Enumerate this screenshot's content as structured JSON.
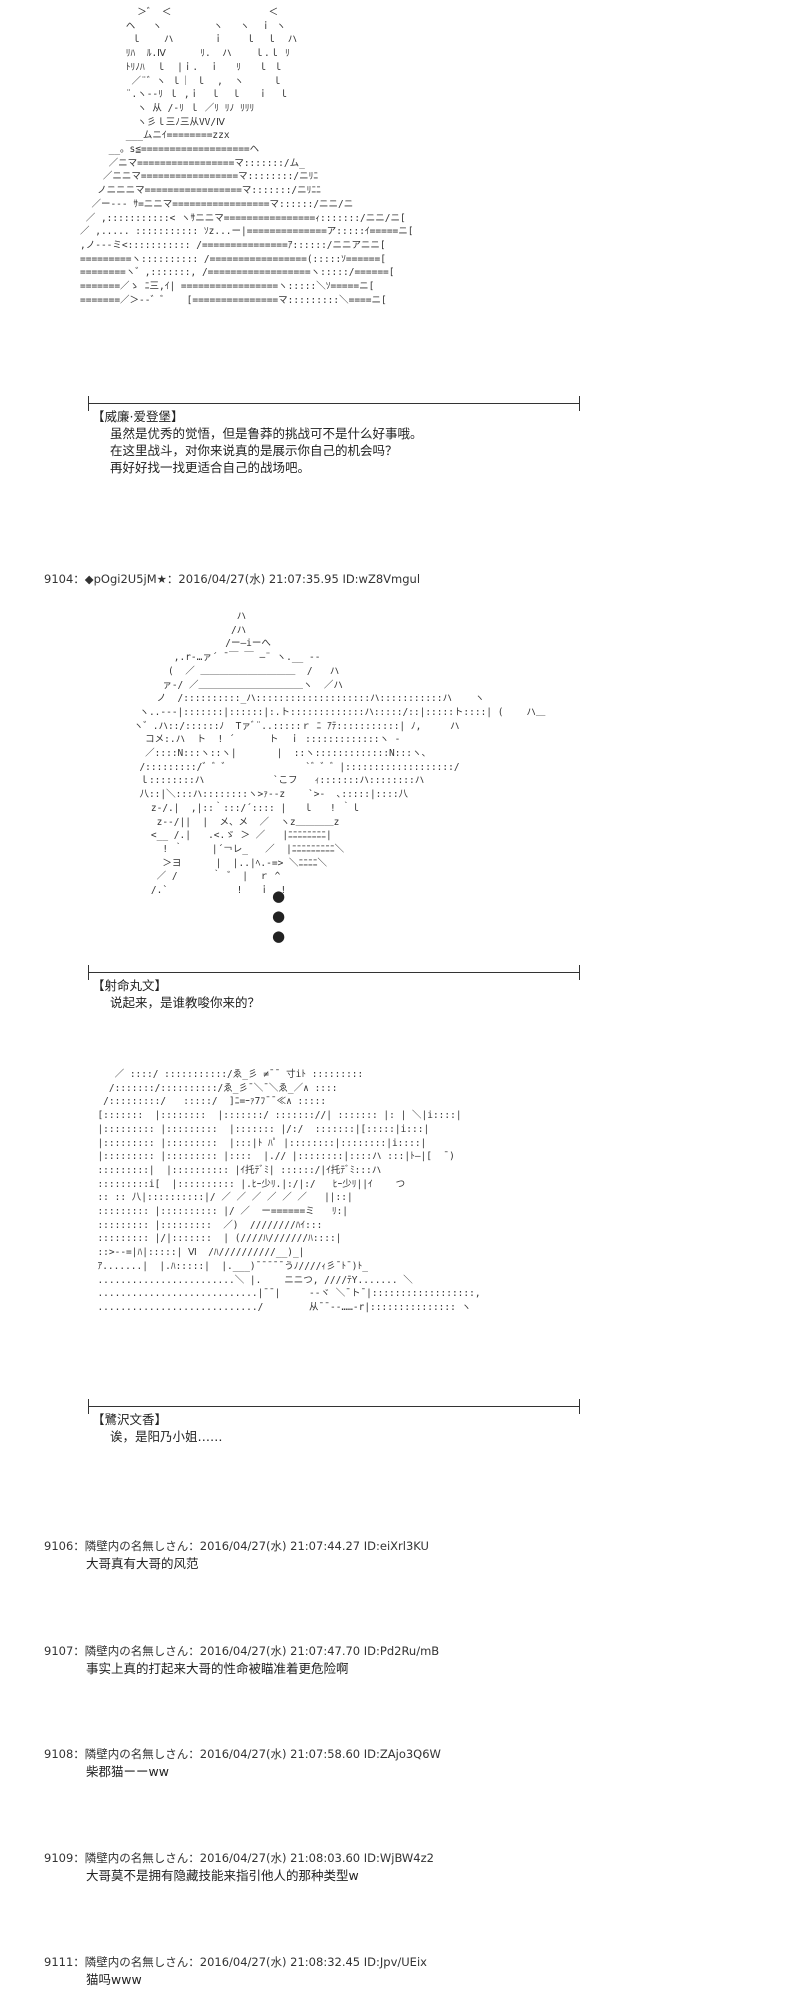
{
  "scene1": {
    "art": "          ＞゛ ＜                 ＜\n        ヘ   ヽ         ヽ   ヽ  ｉ ヽ\n         ｌ    ハ       ｉ    ｌ  ｌ  ハ\n        ﾘﾊ  ﾙ.Ⅳ      ﾘ.  ハ    ｌ.ｌ ﾘ\n        ﾄﾘﾉﾊ  ｌ  |ｉ.  ｉ   ﾘ   ｌ ｌ\n         ／¨゛ヽ ｌ｜ ｌ  ,  ヽ     ｌ\n        ¨.ヽ-‐ﾘ ｌ ,ｉ  ｌ  ｌ   ｉ  ｌ\n          ヽ 从 /‐ﾘ ｌ ／ﾘ ﾘﾉ ﾘﾘﾘ\n          ヽ彡ｌ三ﾉ三从VV/Ⅳ\n        ___ムニｲ========zzx\n     __。s≦===================ヘ\n     ／ニマ=================マ:::::::/ム_\n    ／ニニマ=================マ::::::::/ニﾘﾆ\n   ノニニニマ=================マ:::::::/ニﾘﾆﾆ\n  ／ー--- ｻ=ニニマ=================マ::::::/ニニ/ニ\n ／ ,:::::::::::< ヽｻニニマ================ｨ:::::::/ニニ/ニ[\n／ ,..... ::::::::::: ｿz...ー|==============ア:::::ｲ=====ニ[\n,ノ---ミ<::::::::::: /===============ｱ::::::/ニニアニニ[\n=========ヽ:::::::::: /=================(:::::ｿ======[\n========ヽ゛,:::::::, /==================ヽ:::::/======[\n=======／ゝ ﾆ三,ｲ| =================ヽ:::::＼ｿ=====ニ[\n=======／＞--゛゛   [===============マ:::::::::＼====ニ[",
    "speaker": "【威廉·爱登堡】",
    "lines": [
      "虽然是优秀的觉悟，但是鲁莽的挑战可不是什么好事哦。",
      "在这里战斗，对你来说真的是展示你自己的机会吗？",
      "再好好找一找更适合自己的战场吧。"
    ]
  },
  "post9104": {
    "header": "9104：◆pOgi2U5jM★：2016/04/27(水) 21:07:35.95 ID:wZ8Vmgul"
  },
  "scene2": {
    "art": "                   ハ\n                  /ハ\n                 /ー―iーへ\n        ,.r‐…ァ´ ̄ ￣ ￣ ―¨ ヽ.__ ‐-\n       (  ／ ＿＿＿＿＿＿＿＿＿＿  /   ハ\n      ァ-/ ／＿＿＿＿＿＿＿＿＿＿＿ヽ  ／ハ\n     ノ  /::::::::::_ハ::::::::::::::::::::ハ:::::::::::ハ    ヽ\n  ヽ..‐--|:::::::|::::::|:.ト:::::::::::::ハ:::::/::|:::::ト::::| (    ハ＿\n ヽ゛.ハ::/::::::ﾉ  Tァﾞ¨..:::::ｒ ﾆ ｱﾃ:::::::::::| ﾉ,     ハ\n   コメ:.ハ  ト  ! ´      ト  ｉ :::::::::::::ヽ ‐\n   ／::::N:::ヽ::ヽ|       |  ::ヽ:::::::::::::N:::ヽ、\n  /:::::::::/゛゛゛             `゛゛゛|:::::::::::::::::::/\n  ｌ::::::::ハ            `こフ   ｨ:::::::ハ::::::::ハ\n  八::|＼:::ハ::::::::ヽ>ｧ--z    `>‐  ､:::::|::::八\n    z‐/.|  ,|::｀:::/´:::: |   ｌ   ! ｀ｌ\n     z‐‐/||  |  メ、メ  ／  ヽz＿＿＿＿z\n    <__ /.|   .<.ゞ ＞ ／   |ﾆﾆﾆﾆﾆﾆﾆﾆ|\n      ! ｀     |´￢レ_   ／  |ﾆﾆﾆﾆﾆﾆﾆﾆﾆ＼\n      ＞ヨ      |  |..|ﾍ.‐=> ＼ﾆﾆﾆﾆ＼\n     ／ /      ｀ ゛ |  ｒ ^\n    /.`            !   ｉ  !",
    "bullets": [
      "●",
      "●",
      "●"
    ],
    "speaker": "【射命丸文】",
    "lines": [
      "说起来，是谁教唆你来的？"
    ]
  },
  "scene3": {
    "art": "     ／ ::::/ :::::::::::/ゑ_彡 ≠¯¯ 寸iﾄ :::::::::\n    /:::::::/::::::::::/ゑ_彡¯＼¯＼ゑ_／∧ ::::\n   /:::::::::/   :::::/  ]ﾆ=ｰｧ7ﾌ¯¯≪∧ :::::\n  [:::::::  |::::::::  |:::::::/ ::::::://| ::::::: |: | ＼|i::::|\n  |::::::::: |:::::::::  |::::::: |/:/  :::::::|[:::::|i:::|\n  |::::::::: |:::::::::  |:::|ﾄ ﾊﾟ |::::::::|::::::::|i::::|\n  |::::::::: |::::::::: |::::  |.// |::::::::|::::ハ :::|ﾄ―|[  ¯)\n  :::::::::|  |:::::::::: |ｲ托ﾃﾞﾐ| ::::::/|ｲ托ﾃﾞﾐ:::ハ\n  :::::::::i[  |:::::::::: |.ﾋｰ少ﾘ.|:/|:/   ﾋｰ少ﾘ||ｲ    つ\n  :: :: 八|::::::::::|/ ／ ／ ／ ／ ／ ／   ||::|\n  ::::::::: |:::::::::: |/ ／  ー======ミ   ﾘ:|\n  ::::::::: |:::::::::  ／)  ////////ﾊｲ:::\n  ::::::::: |/|:::::::  | (////ﾊ///////ﾊ::::|\n  ::>--=|ﾊ|:::::| Ⅵ  /ﾊ//////////__)_|\n  ｱ.......|  |.ﾊ:::::|  |.___)¯¯¯¯¯うﾉ////ｨ彡¯ﾄ¯)ﾄ_\n  ........................＼ |.    ニニつ, ////ﾃY....... ＼\n  ............................|¯¯|     ‐‐ヾ ＼¯ト¯|::::::::::::::::::,\n  ............................/        从¯¯‐‐……‐r|::::::::::::::: ヽ",
    "speaker": "【鷺沢文香】",
    "lines": [
      "诶，是阳乃小姐……"
    ]
  },
  "posts": [
    {
      "header": "9106：隣壁内の名無しさん：2016/04/27(水) 21:07:44.27 ID:eiXrl3KU",
      "body": "大哥真有大哥的风范"
    },
    {
      "header": "9107：隣壁内の名無しさん：2016/04/27(水) 21:07:47.70 ID:Pd2Ru/mB",
      "body": "事实上真的打起来大哥的性命被瞄准着更危险啊"
    },
    {
      "header": "9108：隣壁内の名無しさん：2016/04/27(水) 21:07:58.60 ID:ZAjo3Q6W",
      "body": "柴郡猫ーーww"
    },
    {
      "header": "9109：隣壁内の名無しさん：2016/04/27(水) 21:08:03.60 ID:WjBW4z2",
      "body": "大哥莫不是拥有隐藏技能来指引他人的那种类型w"
    },
    {
      "header": "9111：隣壁内の名無しさん：2016/04/27(水) 21:08:32.45 ID:Jpv/UEix",
      "body": "猫吗www"
    }
  ]
}
